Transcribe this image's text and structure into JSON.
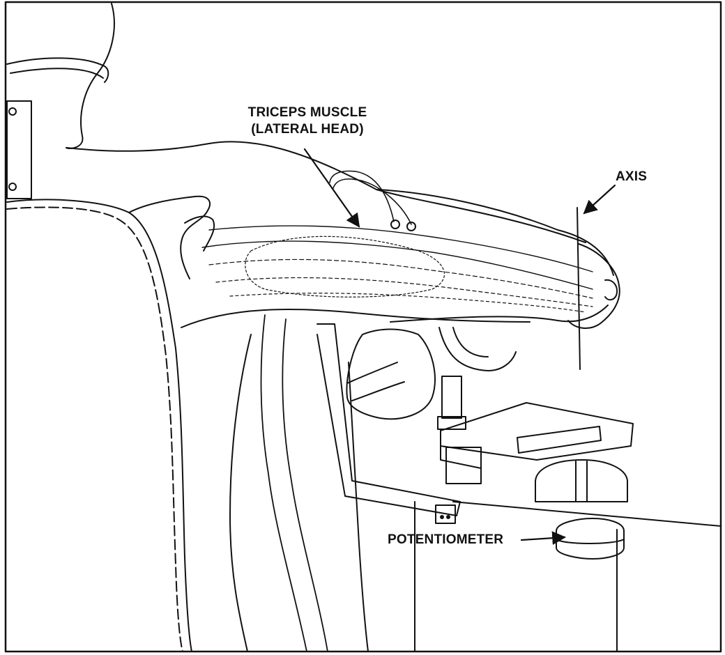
{
  "labels": {
    "triceps_line1": "TRICEPS MUSCLE",
    "triceps_line2": "(LATERAL HEAD)",
    "axis": "AXIS",
    "potentiometer": "POTENTIOMETER"
  },
  "colors": {
    "ink": "#111111",
    "paper": "#ffffff"
  }
}
